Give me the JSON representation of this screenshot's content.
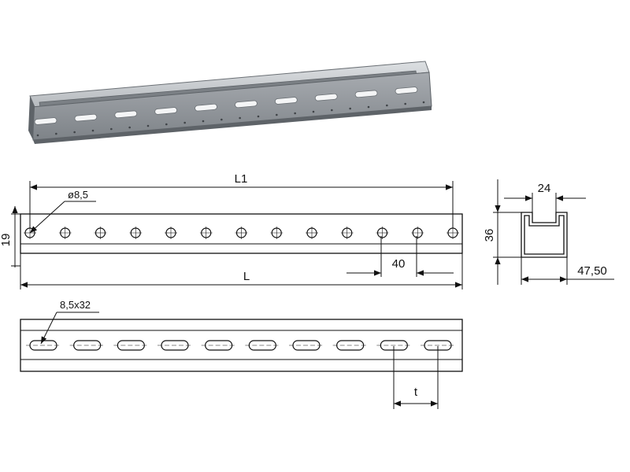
{
  "drawing": {
    "iso_view": {
      "hole_count": 10
    },
    "front_view": {
      "hole_count": 13,
      "labels": {
        "overall_length_L1": "L1",
        "length_L": "L",
        "hole_diameter": "ø8,5",
        "hole_height": "19",
        "hole_pitch": "40"
      }
    },
    "slot_view": {
      "slot_count": 10,
      "labels": {
        "slot_size": "8,5x32",
        "slot_pitch": "t"
      }
    },
    "section_view": {
      "labels": {
        "inner_width": "24",
        "height": "36",
        "outer_width": "47,50"
      }
    },
    "colors": {
      "line": "#111111",
      "steel_top": "#c9ccd0",
      "steel_face": "#8e9398",
      "steel_dark": "#5e6368"
    }
  }
}
